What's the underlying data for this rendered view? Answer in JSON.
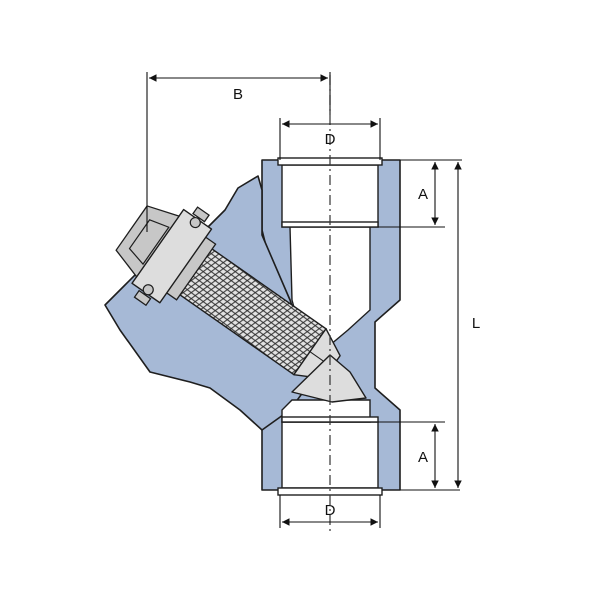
{
  "diagram": {
    "colors": {
      "body_fill": "#a6b9d6",
      "outline": "#1e1e1e",
      "bore_fill": "#ffffff",
      "cap_fill": "#dddddd",
      "cap_shade": "#c7c7c7",
      "mesh_fill": "#e3e3e3",
      "centerline": "#333333"
    },
    "labels": {
      "top_diameter": "D",
      "bottom_diameter": "D",
      "top_socket_depth": "A",
      "bottom_socket_depth": "A",
      "overall_length": "L",
      "branch_offset": "B"
    }
  }
}
